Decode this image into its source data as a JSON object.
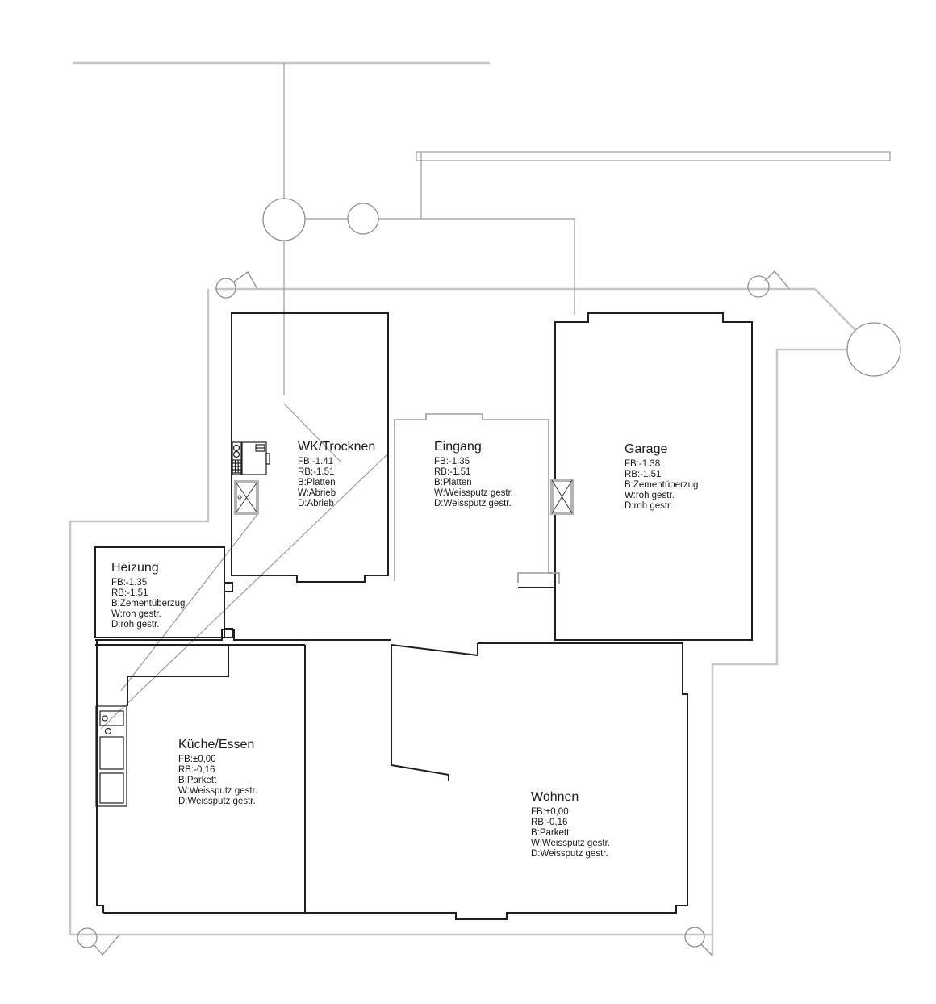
{
  "drawing": {
    "kind": "architectural-floor-plan",
    "language": "de"
  },
  "rooms": [
    {
      "name": "WK/Trocknen",
      "fb": "FB:-1.41",
      "rb": "RB:-1.51",
      "b": "B:Platten",
      "w": "W:Abrieb",
      "d": "D:Abrieb"
    },
    {
      "name": "Eingang",
      "fb": "FB:-1.35",
      "rb": "RB:-1.51",
      "b": "B:Platten",
      "w": "W:Weissputz gestr.",
      "d": "D:Weissputz gestr."
    },
    {
      "name": "Garage",
      "fb": "FB:-1.38",
      "rb": "RB:-1.51",
      "b": "B:Zementüberzug",
      "w": "W:roh gestr.",
      "d": "D:roh gestr."
    },
    {
      "name": "Heizung",
      "fb": "FB:-1.35",
      "rb": "RB:-1.51",
      "b": "B:Zementüberzug",
      "w": "W:roh gestr.",
      "d": "D:roh gestr."
    },
    {
      "name": "Küche/Essen",
      "fb": "FB:±0,00",
      "rb": "RB:-0,16",
      "b": "B:Parkett",
      "w": "W:Weissputz gestr.",
      "d": "D:Weissputz gestr."
    },
    {
      "name": "Wohnen",
      "fb": "FB:±0,00",
      "rb": "RB:-0,16",
      "b": "B:Parkett",
      "w": "W:Weissputz gestr.",
      "d": "D:Weissputz gestr."
    }
  ],
  "colors": {
    "wall": "#1f1f1f",
    "thin_line": "#9b9b9b",
    "property_line": "#c6c6c6",
    "window_frame": "#b4b4b4",
    "text": "#1a1a1a",
    "background": "#ffffff"
  }
}
